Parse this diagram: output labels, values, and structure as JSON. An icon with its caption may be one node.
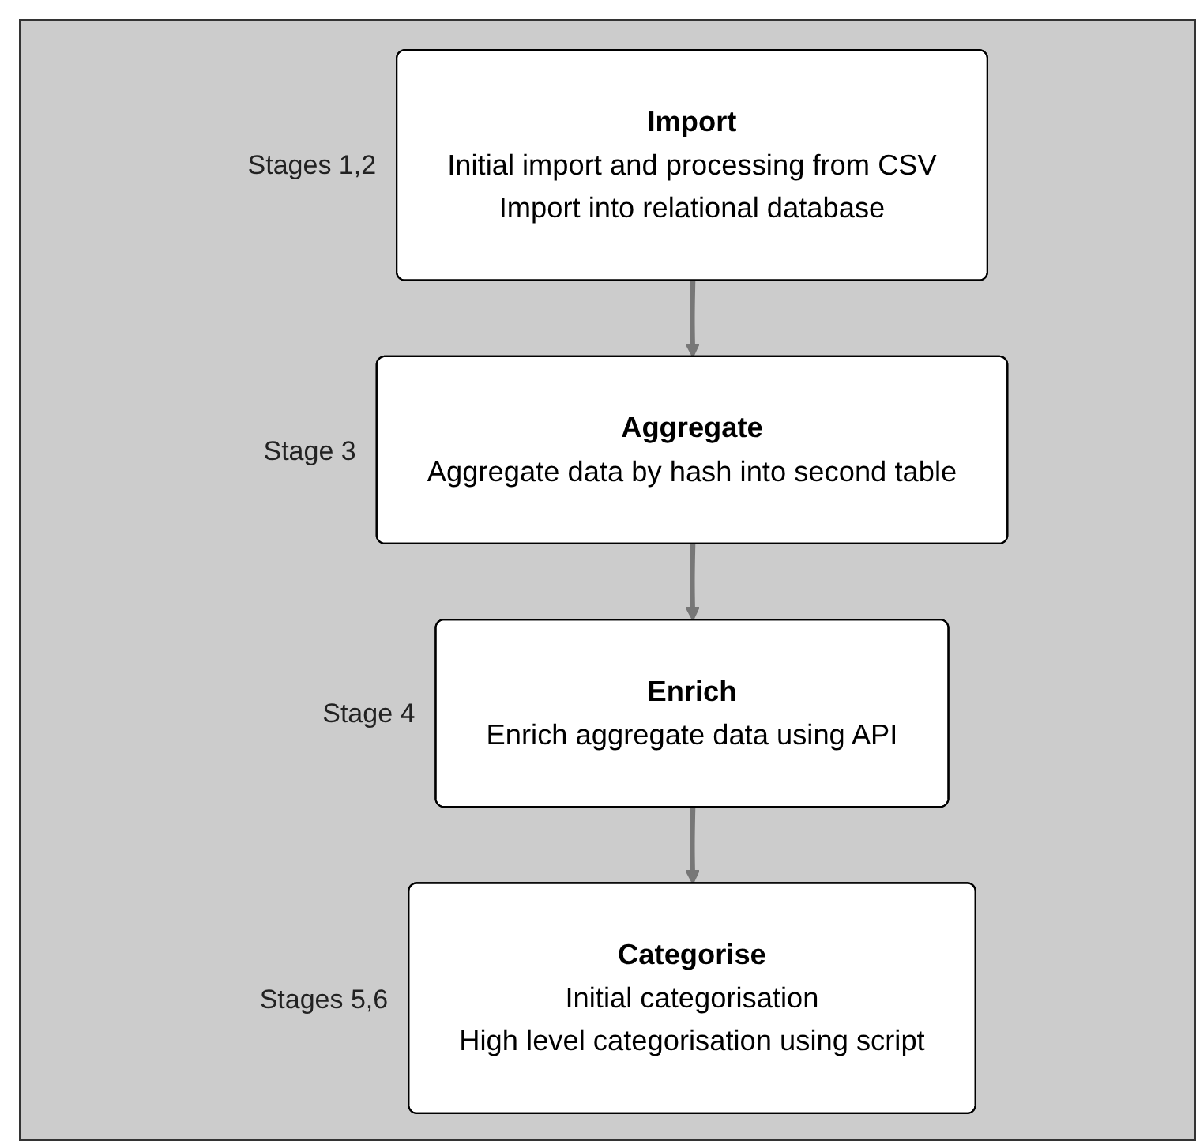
{
  "diagram": {
    "nodes": [
      {
        "text": [
          "Import",
          "Initial import and processing from CSV",
          "Import into relational database"
        ],
        "beside": [
          "Stages 1,2"
        ]
      },
      {
        "text": [
          "Aggregate",
          "Aggregate data by hash into second table"
        ],
        "beside": [
          "Stage 3"
        ]
      },
      {
        "text": [
          "Enrich",
          "Enrich aggregate data using API"
        ],
        "beside": [
          "Stage 4"
        ]
      },
      {
        "text": [
          "Categorise",
          "Initial categorisation",
          "High level categorisation using script"
        ],
        "beside": [
          "Stages 5,6"
        ]
      }
    ],
    "edges": [
      {
        "from": 0,
        "to": 1,
        "arrow": "to"
      },
      {
        "from": 1,
        "to": 2,
        "arrow": "to"
      },
      {
        "from": 2,
        "to": 3,
        "arrow": "to"
      }
    ]
  }
}
